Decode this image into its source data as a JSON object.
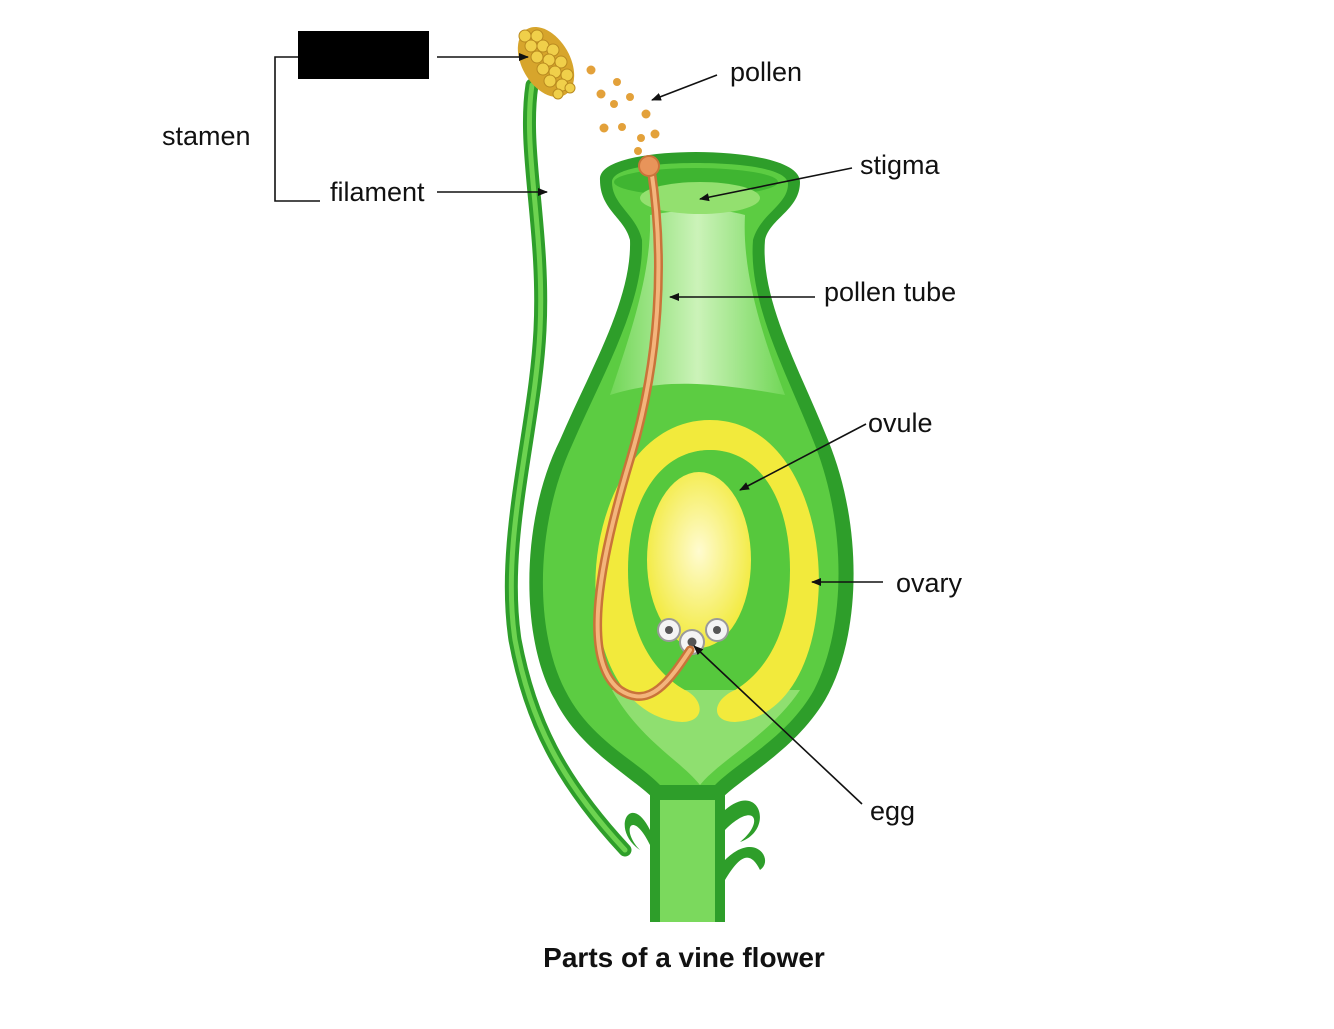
{
  "title": "Parts of a vine flower",
  "labels": {
    "stamen": "stamen",
    "filament": "filament",
    "pollen": "pollen",
    "stigma": "stigma",
    "pollen_tube": "pollen tube",
    "ovule": "ovule",
    "ovary": "ovary",
    "egg": "egg"
  },
  "redacted_label": "",
  "colors": {
    "dark_green": "#2e9e2a",
    "mid_green": "#4cc33a",
    "light_green": "#a6e88a",
    "pale_green": "#d4f5c0",
    "yellow": "#f2ea3c",
    "pale_yellow": "#fbf59a",
    "pollen_orange": "#e3a13a",
    "anther_yellow": "#e9c53a",
    "tube_orange": "#e8945a"
  }
}
